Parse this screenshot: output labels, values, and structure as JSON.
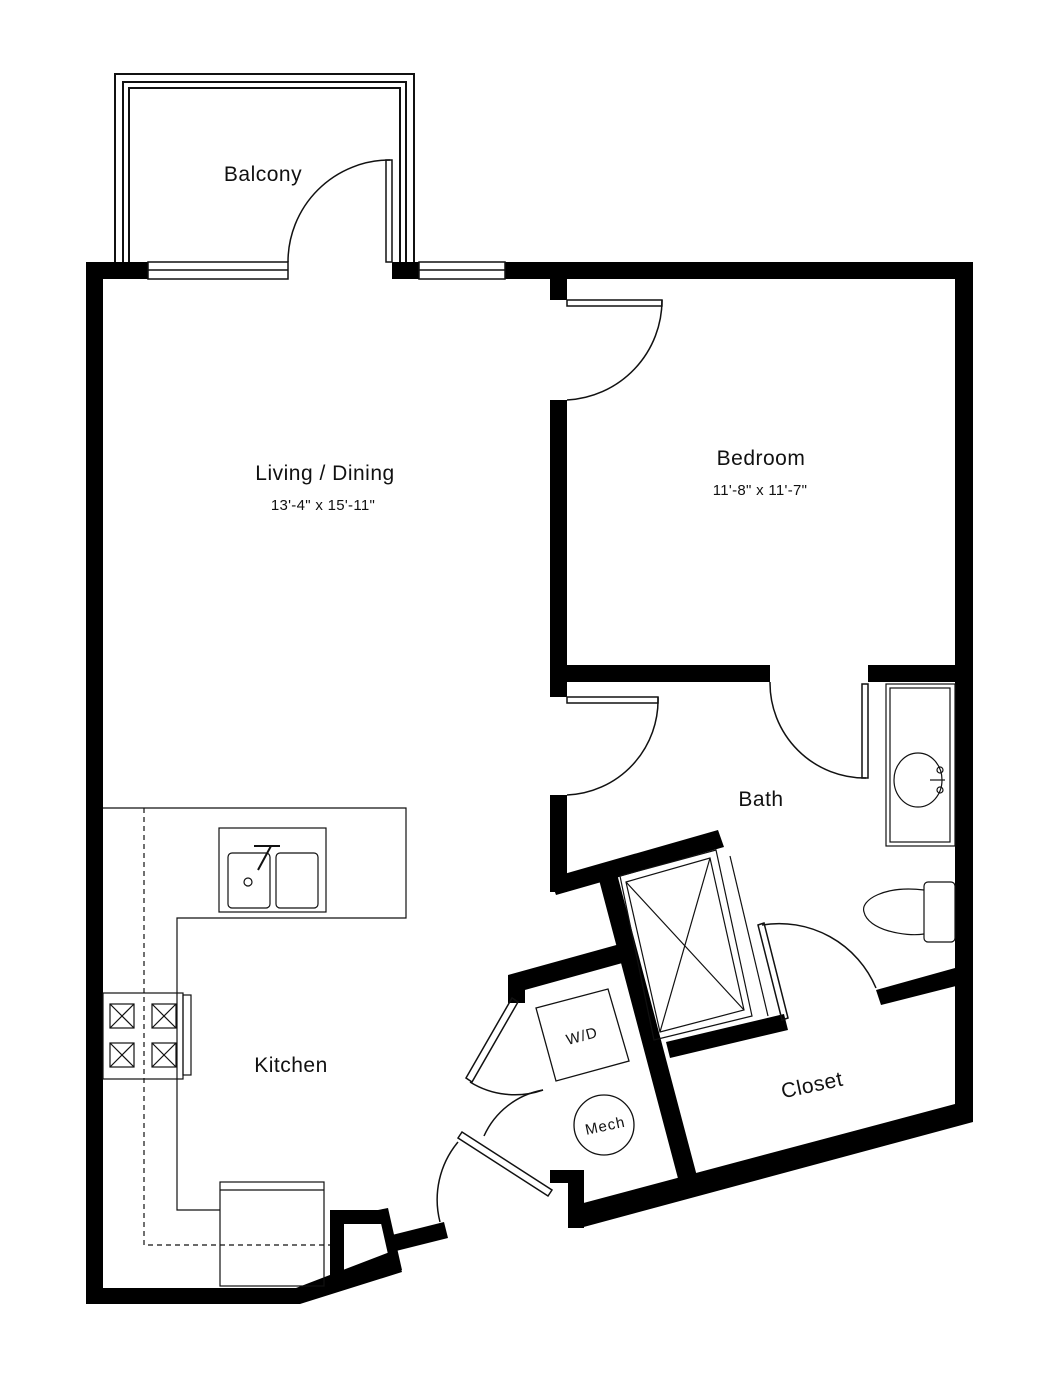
{
  "rooms": {
    "balcony": {
      "name": "Balcony"
    },
    "living": {
      "name": "Living / Dining",
      "size": "13'-4\" x 15'-11\""
    },
    "bedroom": {
      "name": "Bedroom",
      "size": "11'-8\" x 11'-7\""
    },
    "bath": {
      "name": "Bath"
    },
    "kitchen": {
      "name": "Kitchen"
    },
    "closet": {
      "name": "Closet"
    }
  },
  "fixtures": {
    "washer_dryer": "W/D",
    "mech": "Mech"
  }
}
